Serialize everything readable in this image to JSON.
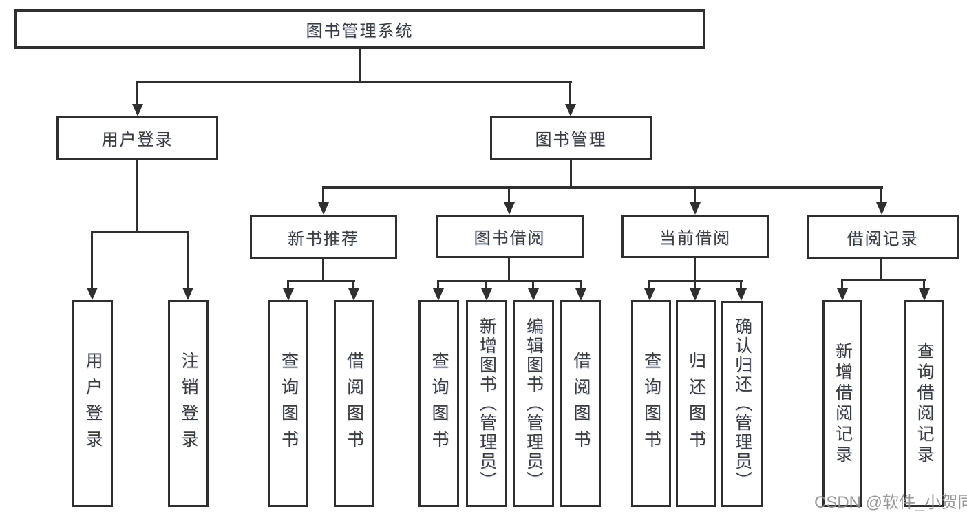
{
  "watermark": "CSDN @软件_小贺同学",
  "colors": {
    "line": "#2f2f2f",
    "box_border": "#2f2f2f",
    "text": "#3d3d3d",
    "watermark_text": "#8f8f8f",
    "background": "#ffffff"
  },
  "tree": {
    "root": {
      "label": "图书管理系统"
    },
    "branches": [
      {
        "label": "用户登录",
        "children": [
          {
            "label": "用户登录"
          },
          {
            "label": "注销登录"
          }
        ]
      },
      {
        "label": "图书管理",
        "groups": [
          {
            "label": "新书推荐",
            "children": [
              {
                "label": "查询图书"
              },
              {
                "label": "借阅图书"
              }
            ]
          },
          {
            "label": "图书借阅",
            "children": [
              {
                "label": "查询图书"
              },
              {
                "label": "新增图书（管理员）"
              },
              {
                "label": "编辑图书（管理员）"
              },
              {
                "label": "借阅图书"
              }
            ]
          },
          {
            "label": "当前借阅",
            "children": [
              {
                "label": "查询图书"
              },
              {
                "label": "归还图书"
              },
              {
                "label": "确认归还（管理员）"
              }
            ]
          },
          {
            "label": "借阅记录",
            "children": [
              {
                "label": "新增借阅记录"
              },
              {
                "label": "查询借阅记录"
              }
            ]
          }
        ]
      }
    ]
  }
}
